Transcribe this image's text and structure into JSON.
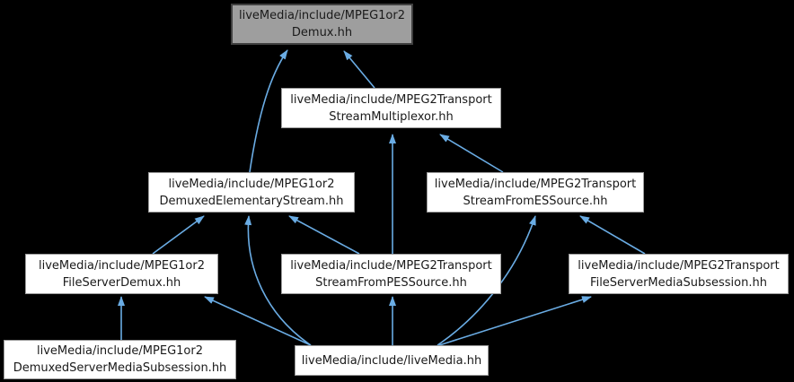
{
  "diagram": {
    "kind": "include-dependency-graph",
    "colors": {
      "background": "#000000",
      "node_fill": "#ffffff",
      "node_border": "#9c9c9c",
      "root_node_fill": "#9e9e9e",
      "root_node_border": "#404040",
      "edge": "#6aace4",
      "text": "#1a1a1a"
    },
    "nodes": [
      {
        "id": "mpeg1or2-demux",
        "label": "liveMedia/include/MPEG1or2Demux.hh",
        "line1": "liveMedia/include/MPEG1or2",
        "line2": "Demux.hh",
        "highlighted": true
      },
      {
        "id": "mpeg2transport-stream-multiplexor",
        "label": "liveMedia/include/MPEG2TransportStreamMultiplexor.hh",
        "line1": "liveMedia/include/MPEG2Transport",
        "line2": "StreamMultiplexor.hh",
        "highlighted": false
      },
      {
        "id": "mpeg1or2-demuxed-elementary-stream",
        "label": "liveMedia/include/MPEG1or2DemuxedElementaryStream.hh",
        "line1": "liveMedia/include/MPEG1or2",
        "line2": "DemuxedElementaryStream.hh",
        "highlighted": false
      },
      {
        "id": "mpeg2transport-stream-from-es-source",
        "label": "liveMedia/include/MPEG2TransportStreamFromESSource.hh",
        "line1": "liveMedia/include/MPEG2Transport",
        "line2": "StreamFromESSource.hh",
        "highlighted": false
      },
      {
        "id": "mpeg1or2-file-server-demux",
        "label": "liveMedia/include/MPEG1or2FileServerDemux.hh",
        "line1": "liveMedia/include/MPEG1or2",
        "line2": "FileServerDemux.hh",
        "highlighted": false
      },
      {
        "id": "mpeg2transport-stream-from-pes-source",
        "label": "liveMedia/include/MPEG2TransportStreamFromPESSource.hh",
        "line1": "liveMedia/include/MPEG2Transport",
        "line2": "StreamFromPESSource.hh",
        "highlighted": false
      },
      {
        "id": "mpeg2transport-file-server-media-subsession",
        "label": "liveMedia/include/MPEG2TransportFileServerMediaSubsession.hh",
        "line1": "liveMedia/include/MPEG2Transport",
        "line2": "FileServerMediaSubsession.hh",
        "highlighted": false
      },
      {
        "id": "mpeg1or2-demuxed-server-media-subsession",
        "label": "liveMedia/include/MPEG1or2DemuxedServerMediaSubsession.hh",
        "line1": "liveMedia/include/MPEG1or2",
        "line2": "DemuxedServerMediaSubsession.hh",
        "highlighted": false
      },
      {
        "id": "livemedia",
        "label": "liveMedia/include/liveMedia.hh",
        "line1": "liveMedia/include/liveMedia.hh",
        "line2": "",
        "highlighted": false
      }
    ],
    "edges": [
      {
        "from": "mpeg2transport-stream-multiplexor",
        "to": "mpeg1or2-demux"
      },
      {
        "from": "mpeg1or2-demuxed-elementary-stream",
        "to": "mpeg1or2-demux"
      },
      {
        "from": "mpeg2transport-stream-from-pes-source",
        "to": "mpeg2transport-stream-multiplexor"
      },
      {
        "from": "mpeg2transport-stream-from-es-source",
        "to": "mpeg2transport-stream-multiplexor"
      },
      {
        "from": "mpeg1or2-file-server-demux",
        "to": "mpeg1or2-demuxed-elementary-stream"
      },
      {
        "from": "mpeg2transport-stream-from-pes-source",
        "to": "mpeg1or2-demuxed-elementary-stream"
      },
      {
        "from": "livemedia",
        "to": "mpeg1or2-demuxed-elementary-stream"
      },
      {
        "from": "mpeg1or2-demuxed-server-media-subsession",
        "to": "mpeg1or2-file-server-demux"
      },
      {
        "from": "livemedia",
        "to": "mpeg1or2-file-server-demux"
      },
      {
        "from": "livemedia",
        "to": "mpeg2transport-stream-from-pes-source"
      },
      {
        "from": "livemedia",
        "to": "mpeg2transport-stream-from-es-source"
      },
      {
        "from": "mpeg2transport-file-server-media-subsession",
        "to": "mpeg2transport-stream-from-es-source"
      },
      {
        "from": "livemedia",
        "to": "mpeg2transport-file-server-media-subsession"
      }
    ]
  }
}
